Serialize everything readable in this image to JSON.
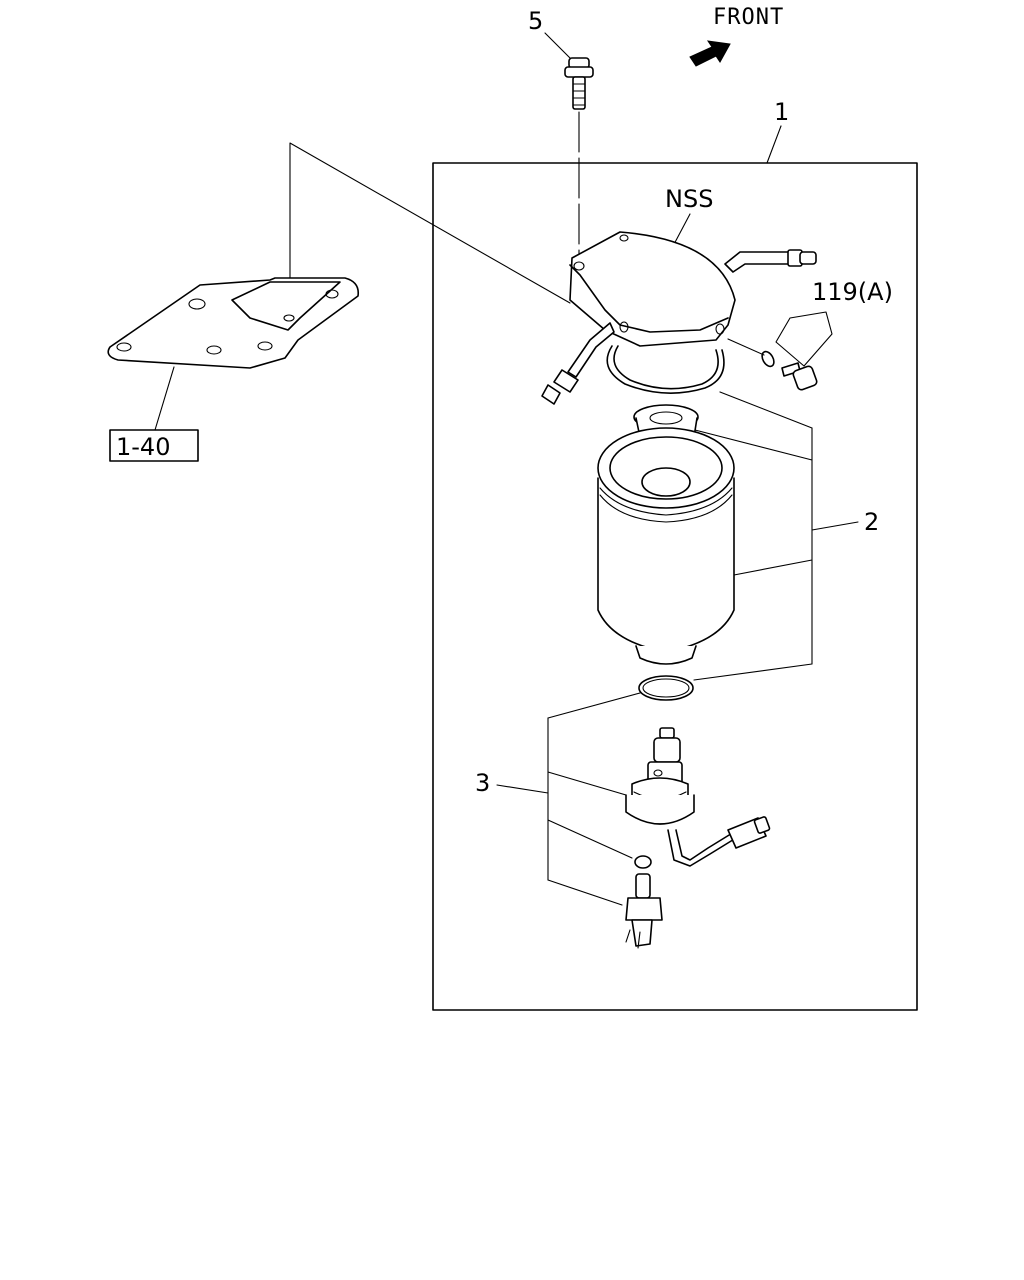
{
  "labels": {
    "front": "FRONT",
    "nss": "NSS",
    "ref_1_40": "1-40",
    "callout_1": "1",
    "callout_2": "2",
    "callout_3": "3",
    "callout_5": "5",
    "callout_119a": "119(A)"
  },
  "icons": {
    "front_arrow": "arrow-right-icon"
  }
}
